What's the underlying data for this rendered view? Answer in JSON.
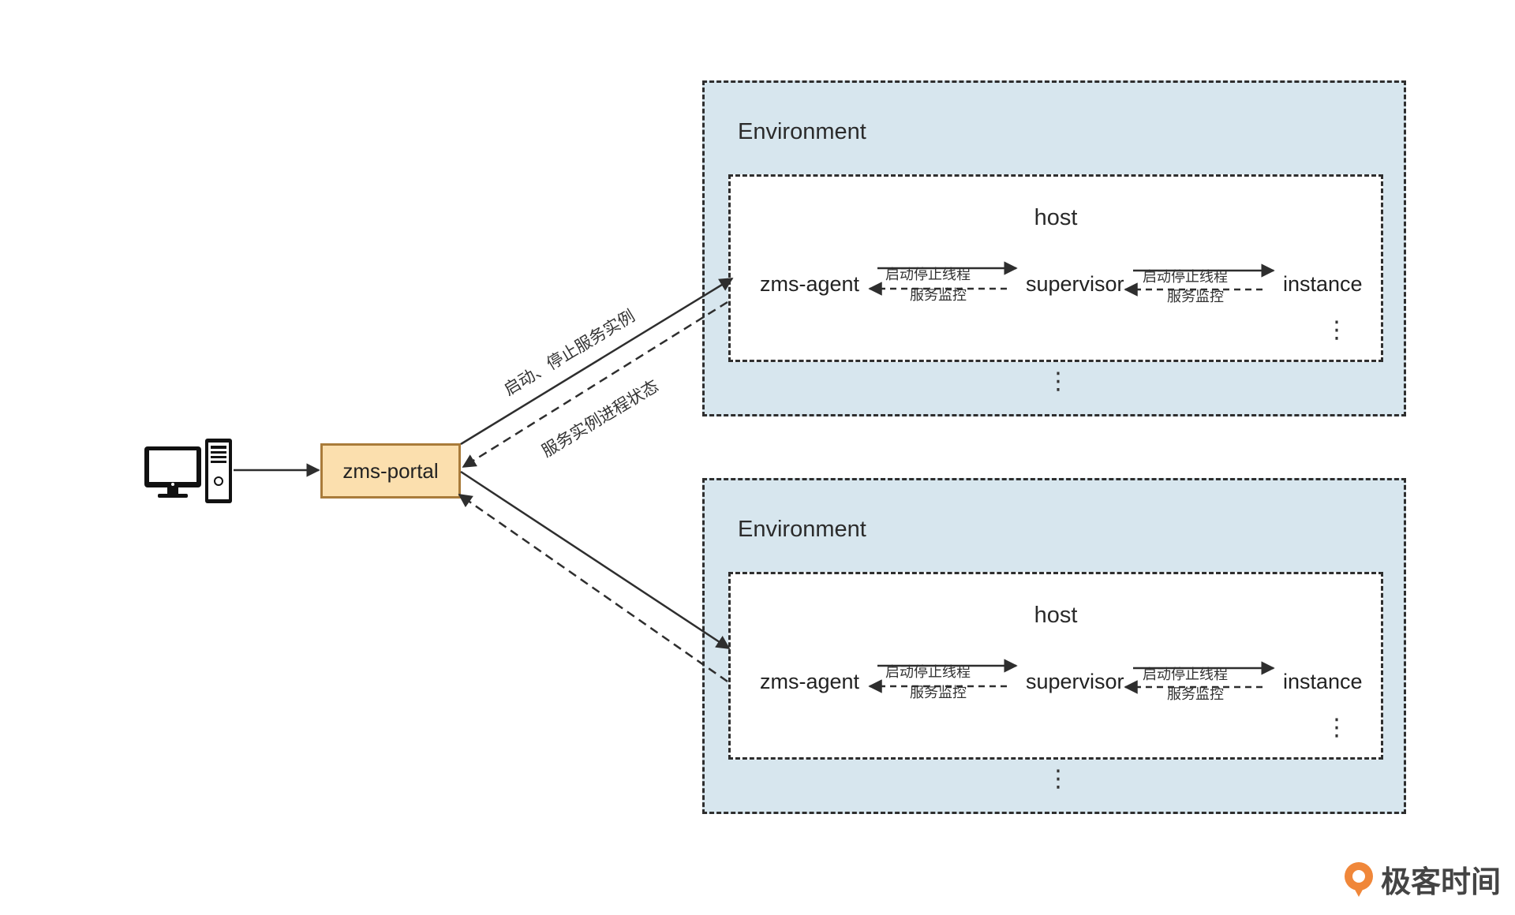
{
  "environments": [
    {
      "label": "Environment",
      "host": {
        "label": "host",
        "agent": "zms-agent",
        "supervisor": "supervisor",
        "instance": "instance",
        "arrow_start_threads": "启动停止线程",
        "arrow_monitor": "服务监控",
        "instance_more": "⋮"
      },
      "more_hosts": "⋮"
    },
    {
      "label": "Environment",
      "host": {
        "label": "host",
        "agent": "zms-agent",
        "supervisor": "supervisor",
        "instance": "instance",
        "arrow_start_threads": "启动停止线程",
        "arrow_monitor": "服务监控",
        "instance_more": "⋮"
      },
      "more_hosts": "⋮"
    }
  ],
  "portal": {
    "label": "zms-portal"
  },
  "edges": {
    "start_stop_instances": "启动、停止服务实例",
    "instance_process_state": "服务实例进程状态"
  },
  "icons": {
    "client": "computer-icon",
    "brand": "geektime-logo-icon"
  },
  "brand": {
    "text": "极客时间",
    "color": "#f0873a"
  },
  "colors": {
    "environment_fill": "#d7e6ee",
    "portal_fill": "#fbdfae",
    "portal_border": "#a97b3a",
    "lines": "#2e2e2e"
  }
}
